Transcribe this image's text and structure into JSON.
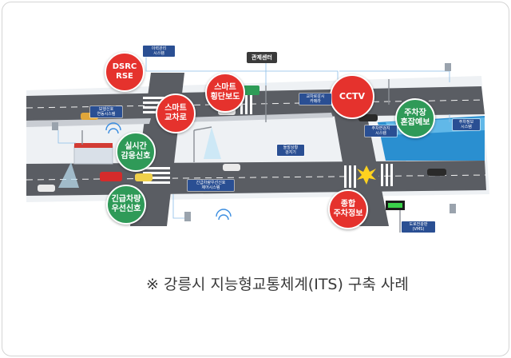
{
  "control_center": "관제센터",
  "labels": {
    "dsrc": "DSRC\nRSE",
    "smart_crosswalk": "스마트\n횡단보도",
    "smart_intersection": "스마트\n교차로",
    "cctv": "CCTV",
    "parking_forecast": "주차장\n혼잡예보",
    "realtime_signal": "실시간\n감응신호",
    "emergency_signal": "긴급차량\n우선신호",
    "parking_info": "종합\n주차정보"
  },
  "small_boxes": {
    "b1": "이력관리\n시스템",
    "b2": "교차로감시\n카메라",
    "b3": "돌발상황\n검지기",
    "b4": "긴급차량우선신호\n제어시스템",
    "b5": "도로전광판\n(VMS)",
    "b6": "주차정보\n시스템",
    "b7": "주차면검지\n시스템",
    "b8": "보행신호\n연동시스템"
  },
  "caption": "※ 강릉시 지능형교통체계(ITS) 구축 사례",
  "colors": {
    "tag_red": "#e5322d",
    "tag_green": "#2f9a58",
    "box_blue": "#2a4f93",
    "road": "#5a5d63"
  }
}
